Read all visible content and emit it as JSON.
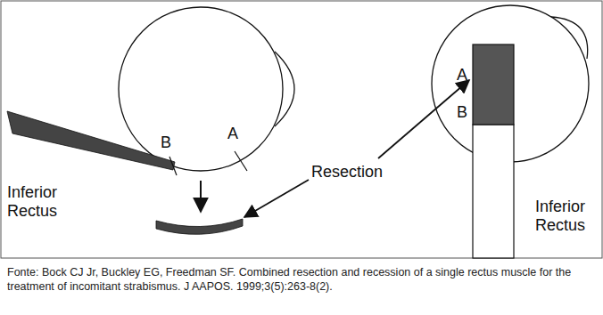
{
  "diagram": {
    "caption": "Fonte: Bock CJ Jr, Buckley EG, Freedman SF. Combined resection and recession of a single rectus muscle for the treatment of incomitant strabismus. J AAPOS. 1999;3(5):263-8(2).",
    "labels": [
      "B",
      "A",
      "Inferior Rectus",
      "Resection",
      "A",
      "B",
      "Inferior Rectus"
    ]
  }
}
